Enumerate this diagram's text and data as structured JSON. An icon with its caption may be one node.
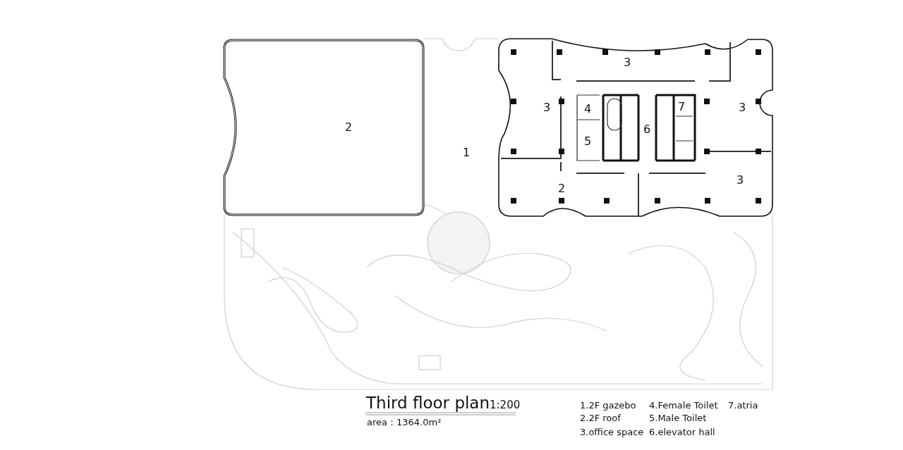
{
  "diagram": {
    "title": "Third floor plan",
    "labels": [
      "3",
      "3",
      "4",
      "7",
      "3",
      "2",
      "6",
      "5",
      "1",
      "3",
      "2",
      "1:200",
      "area：1364.0m²",
      "1.2F gazebo",
      "4.Female Toilet",
      "7.atria",
      "2.2F roof",
      "5.Male Toilet",
      "3.office space",
      "6.elevator hall"
    ]
  }
}
